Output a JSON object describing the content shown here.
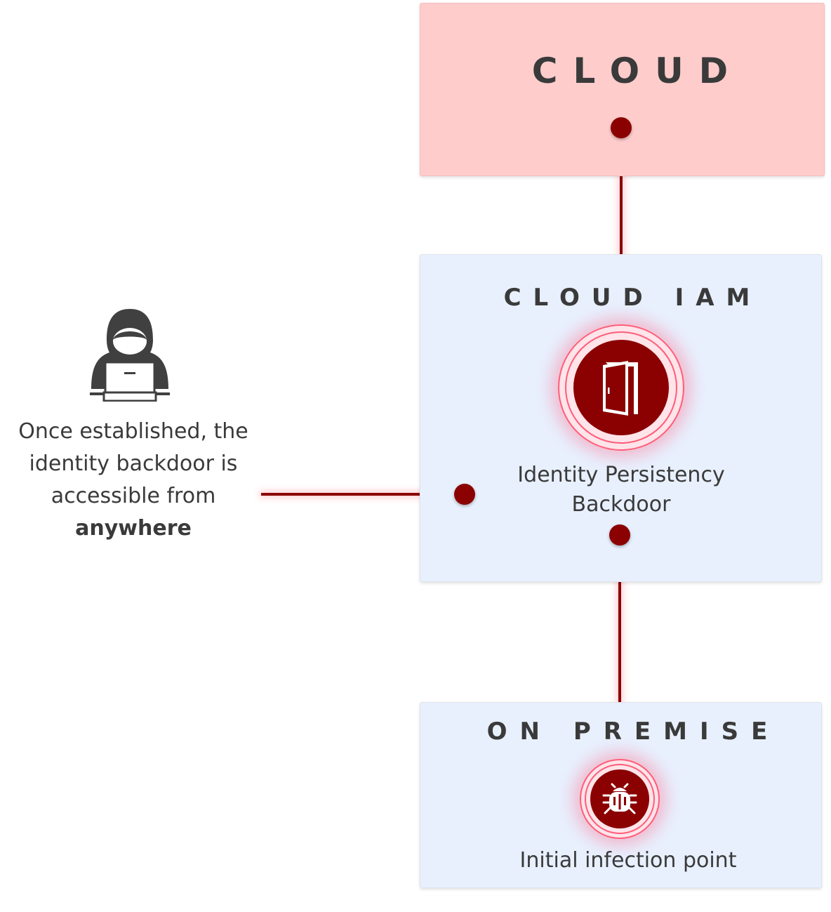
{
  "colors": {
    "cloud_bg": "#ffcccc",
    "panel_bg": "#e8f0fe",
    "accent_dark_red": "#8b0000",
    "ring_pink": "#ff5d78"
  },
  "cloud": {
    "title": "CLOUD"
  },
  "cloud_iam": {
    "title": "CLOUD IAM",
    "icon": "door-icon",
    "caption_line1": "Identity Persistency",
    "caption_line2": "Backdoor"
  },
  "on_premise": {
    "title": "ON PREMISE",
    "icon": "bug-icon",
    "caption": "Initial infection point"
  },
  "attacker": {
    "icon": "hacker-icon",
    "line1": "Once established, the",
    "line2": "identity backdoor is",
    "line3": "accessible from",
    "emphasis": "anywhere"
  }
}
